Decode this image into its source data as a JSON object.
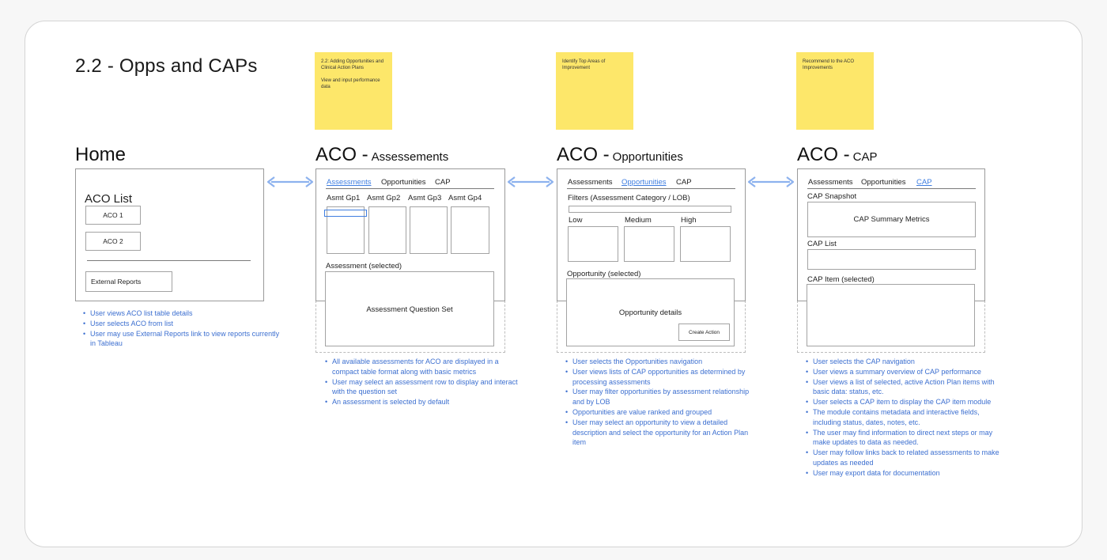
{
  "page_title": "2.2 - Opps and CAPs",
  "stickies": [
    {
      "lines": [
        "2.2: Adding Opportunities and Clinical Action Plans",
        "View and input performance data"
      ]
    },
    {
      "lines": [
        "Identify Top Areas of Improvement"
      ]
    },
    {
      "lines": [
        "Recommend to the ACO Improvements"
      ]
    }
  ],
  "home": {
    "title": "Home",
    "list_label": "ACO List",
    "items": [
      "ACO 1",
      "ACO 2"
    ],
    "external_reports": "External Reports",
    "notes": [
      "User views ACO list table details",
      "User selects ACO from list",
      "User may use External Reports link to view reports currently in Tableau"
    ]
  },
  "tabs": [
    "Assessments",
    "Opportunities",
    "CAP"
  ],
  "assessments": {
    "title": "ACO -",
    "subtitle": "Assessements",
    "groups": [
      "Asmt Gp1",
      "Asmt Gp2",
      "Asmt Gp3",
      "Asmt Gp4"
    ],
    "selected_label": "Assessment (selected)",
    "question_set": "Assessment Question Set",
    "notes": [
      "All available assessments for ACO are displayed in a compact table format along with basic metrics",
      "User may select an assessment row to display and interact with the question set",
      "An assessment is selected by default"
    ]
  },
  "opportunities": {
    "title": "ACO -",
    "subtitle": "Opportunities",
    "filters_label": "Filters (Assessment Category / LOB)",
    "levels": [
      "Low",
      "Medium",
      "High"
    ],
    "selected_label": "Opportunity (selected)",
    "details": "Opportunity details",
    "create_action": "Create Action",
    "notes": [
      "User selects the Opportunities navigation",
      "User views lists of CAP opportunities as determined by processing assessments",
      "User may filter opportunities by assessment relationship and by LOB",
      "Opportunities are value ranked and grouped",
      "User may select an opportunity to view a detailed description and select the opportunity for an Action Plan item"
    ]
  },
  "cap": {
    "title": "ACO -",
    "subtitle": "CAP",
    "snapshot_label": "CAP Snapshot",
    "summary": "CAP Summary Metrics",
    "list_label": "CAP List",
    "item_label": "CAP Item (selected)",
    "notes": [
      "User selects the CAP navigation",
      "User views a summary overview of CAP performance",
      "User views a list of selected, active Action Plan items with basic data: status, etc.",
      "User selects a CAP item to display the CAP item module",
      "The module contains metadata and interactive fields, including status, dates, notes, etc.",
      "The user may find information to direct next steps or may make updates to data as needed.",
      "User may follow links back to related assessments to make updates as needed",
      "User may export data for documentation"
    ]
  },
  "colors": {
    "accent": "#3f7ee0",
    "sticky": "#fde76a",
    "arrow": "#8db2ee"
  }
}
